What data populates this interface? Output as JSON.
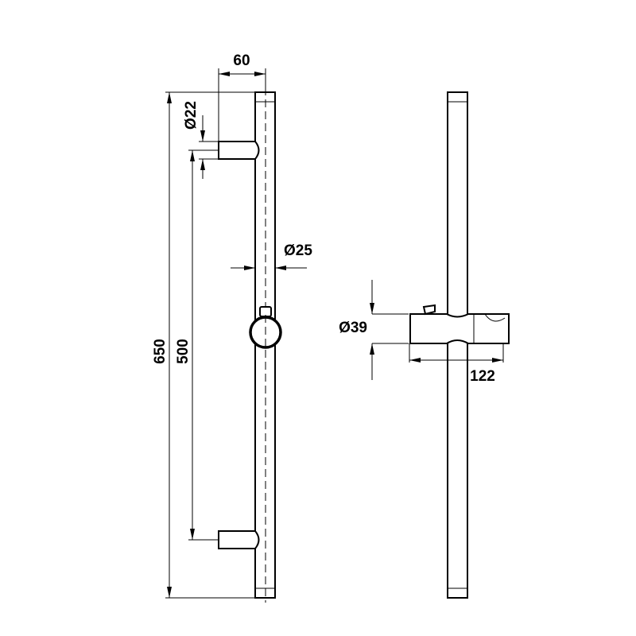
{
  "dimensions": {
    "bracket_offset": "60",
    "bracket_diameter": "Ø22",
    "total_length": "650",
    "bracket_spacing": "500",
    "rail_diameter": "Ø25",
    "slider_diameter": "Ø39",
    "slider_length": "122"
  }
}
